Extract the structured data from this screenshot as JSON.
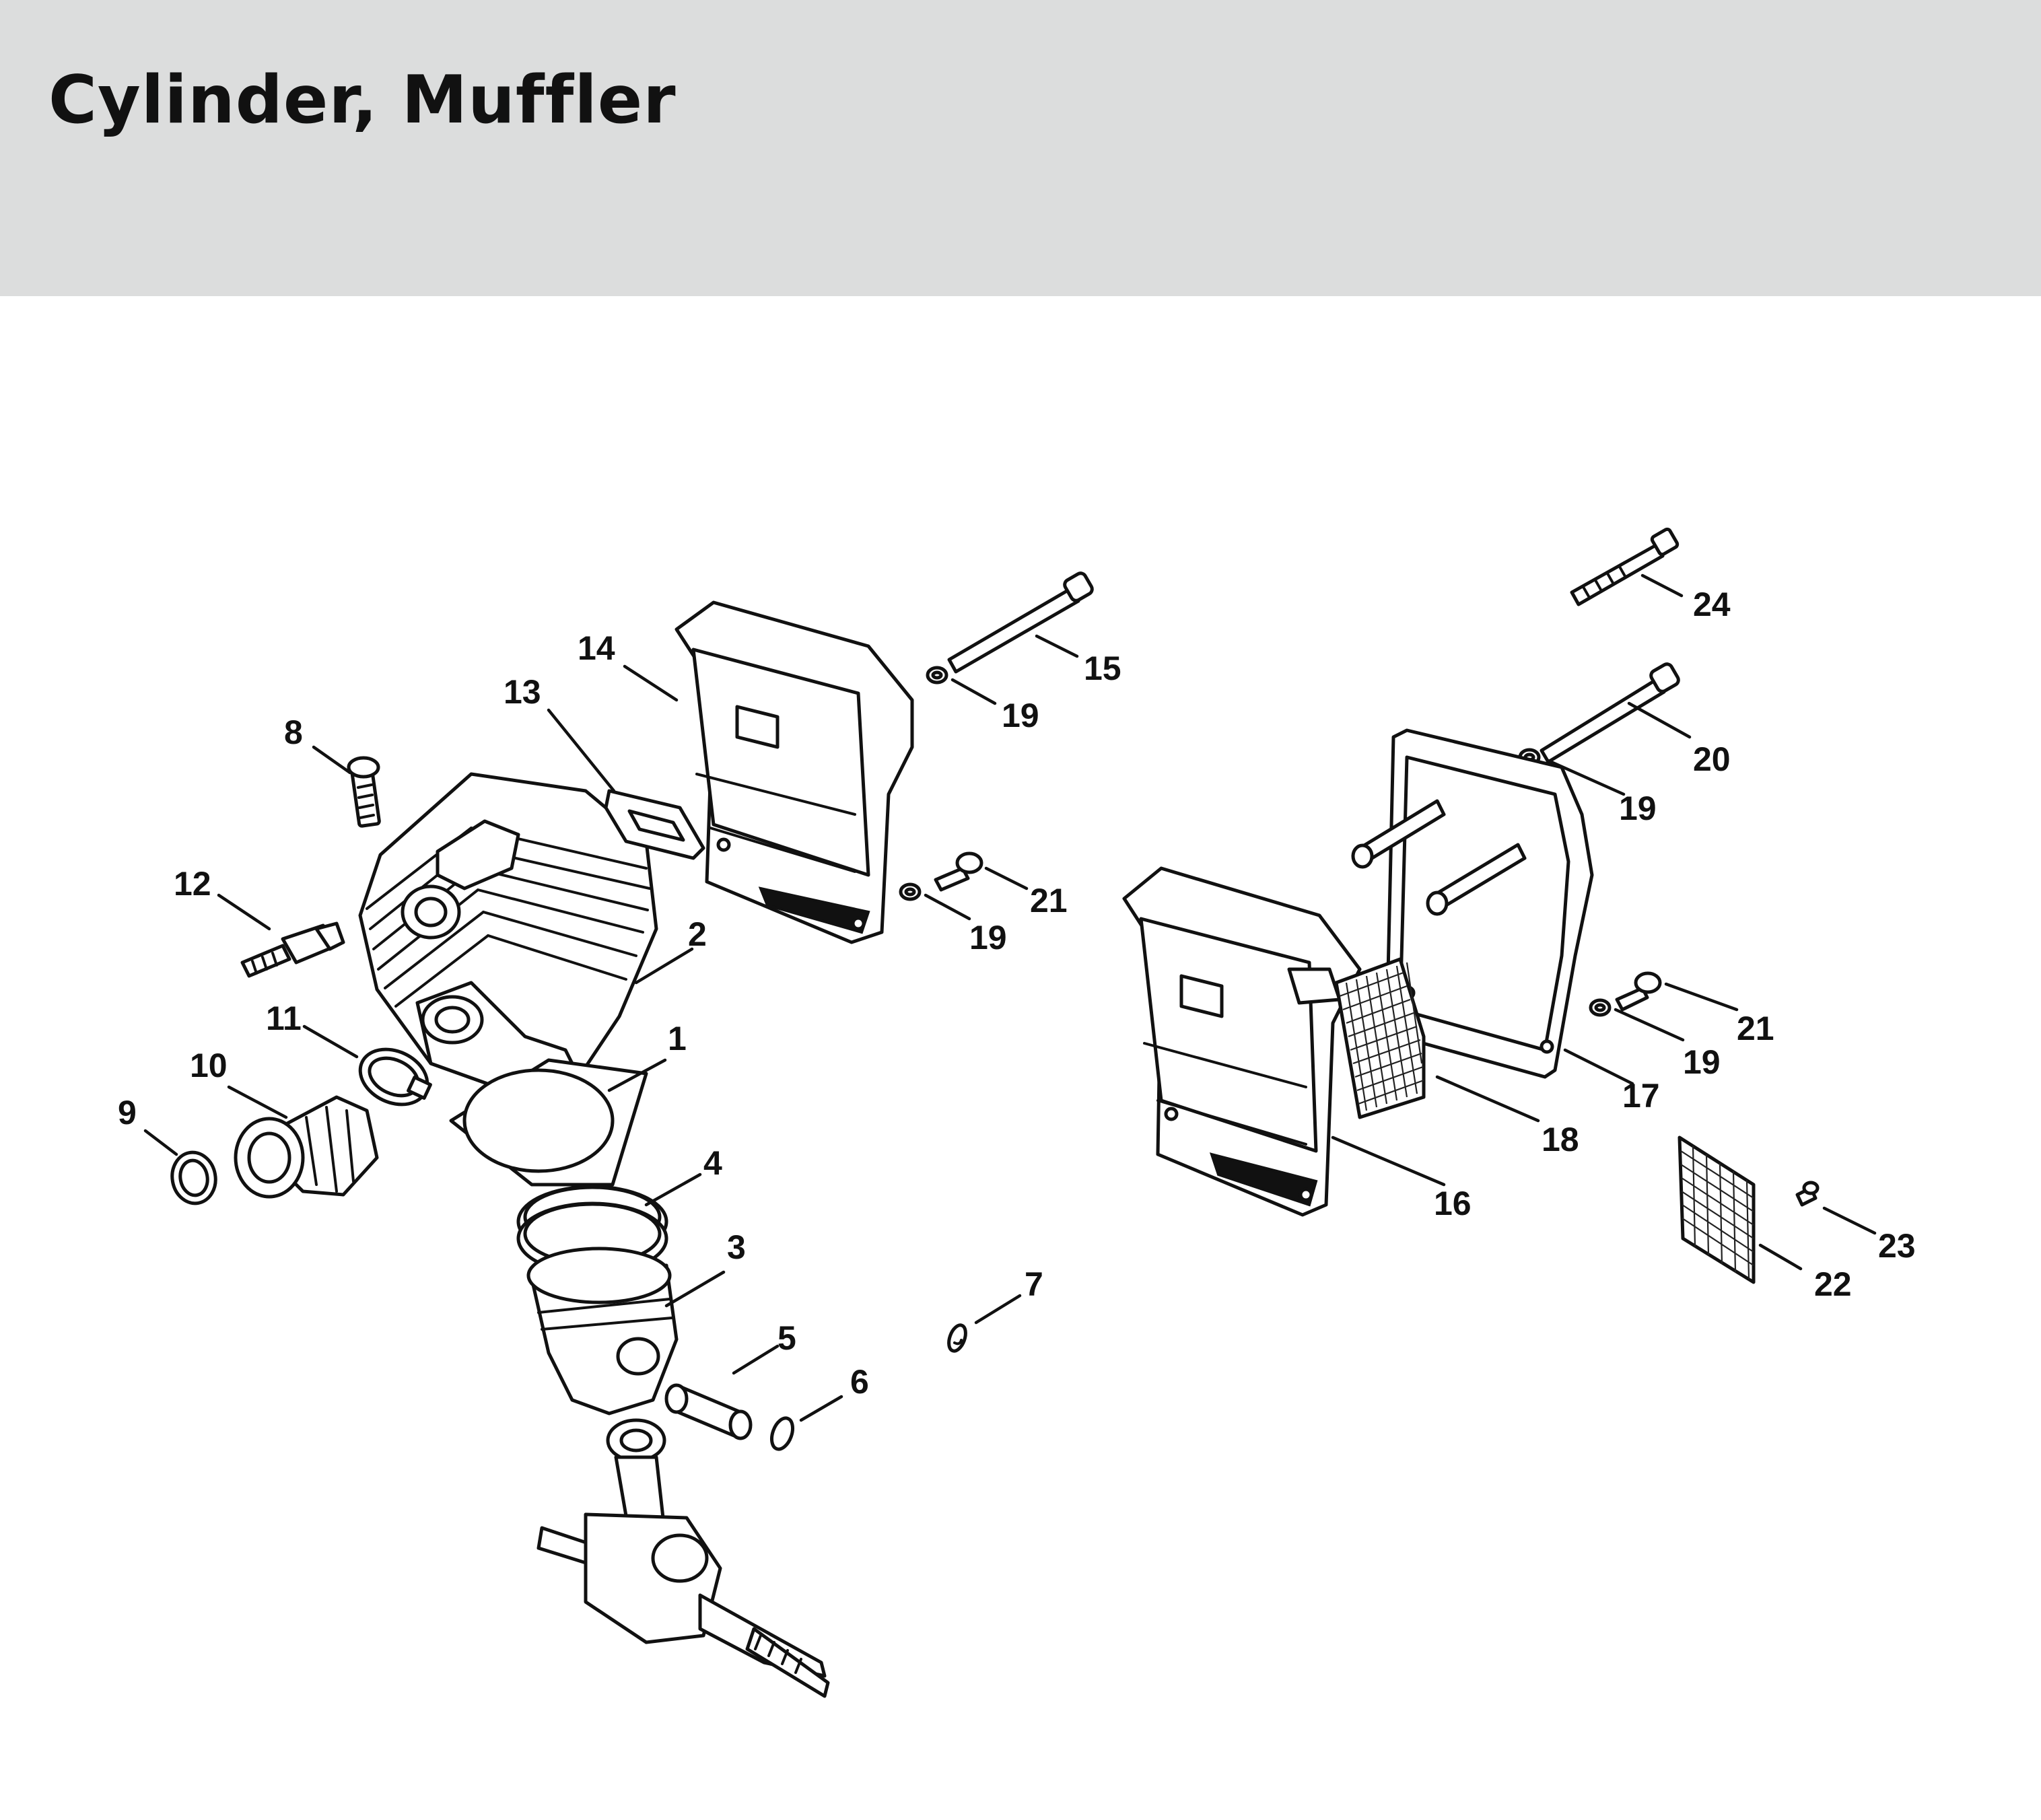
{
  "title": "Cylinder, Muffler",
  "callouts": {
    "c1": "1",
    "c2": "2",
    "c3": "3",
    "c4": "4",
    "c5": "5",
    "c6": "6",
    "c7": "7",
    "c8": "8",
    "c9": "9",
    "c10": "10",
    "c11": "11",
    "c12": "12",
    "c13": "13",
    "c14": "14",
    "c15": "15",
    "c16": "16",
    "c17": "17",
    "c18": "18",
    "c19": "19",
    "c20": "20",
    "c21": "21",
    "c22": "22",
    "c23": "23",
    "c24": "24"
  }
}
